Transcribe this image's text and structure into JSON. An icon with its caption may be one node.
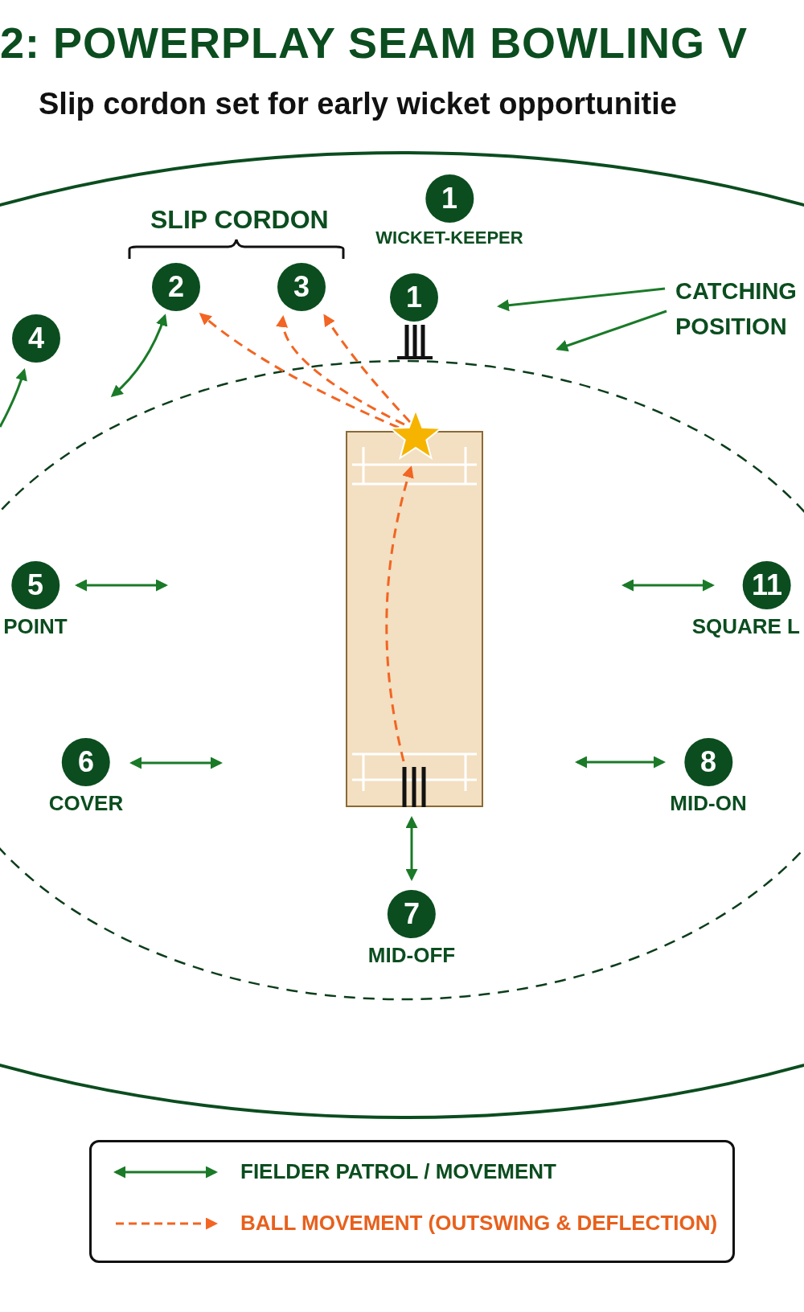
{
  "diagram": {
    "title": "2: POWERPLAY SEAM BOWLING V",
    "nodes": [
      {
        "text": [
          "1"
        ],
        "beside": [
          "WICKET-KEEPER"
        ]
      },
      {
        "text": [
          "2"
        ]
      },
      {
        "text": [
          "3"
        ]
      },
      {
        "text": [
          "1"
        ]
      },
      {
        "text": [
          "4"
        ]
      },
      {
        "text": [
          "5"
        ],
        "beside": [
          "POINT"
        ]
      },
      {
        "text": [
          "11"
        ],
        "beside": [
          "SQUARE L"
        ]
      },
      {
        "text": [
          "6"
        ],
        "beside": [
          "COVER"
        ]
      },
      {
        "text": [
          "8"
        ],
        "beside": [
          "MID-ON"
        ]
      },
      {
        "text": [],
        "shape": "box"
      },
      {
        "text": [],
        "shape": "star"
      },
      {
        "text": [
          "7"
        ],
        "beside": [
          "MID-OFF"
        ]
      },
      {
        "text": [
          "CATCHING POSITION"
        ]
      }
    ],
    "edges": [
      {
        "from": 12,
        "to": null,
        "arrow": "to"
      },
      {
        "from": 12,
        "to": null,
        "arrow": "to"
      },
      {
        "from": null,
        "to": 1,
        "arrow": "both"
      },
      {
        "from": null,
        "to": 4,
        "arrow": "to"
      },
      {
        "from": 5,
        "to": null,
        "arrow": "both"
      },
      {
        "from": 6,
        "to": null,
        "arrow": "both"
      },
      {
        "from": 7,
        "to": null,
        "arrow": "both"
      },
      {
        "from": 8,
        "to": null,
        "arrow": "both"
      },
      {
        "from": 11,
        "to": 9,
        "arrow": "both"
      },
      {
        "from": 9,
        "to": 10,
        "arrow": "to",
        "style": "dashed",
        "color": "#f26522"
      },
      {
        "from": 10,
        "to": 1,
        "arrow": "to",
        "style": "dashed",
        "color": "#f26522"
      },
      {
        "from": 10,
        "to": 2,
        "arrow": "to",
        "style": "dashed",
        "color": "#f26522"
      },
      {
        "from": 10,
        "to": 2,
        "arrow": "to",
        "style": "dashed",
        "color": "#f26522"
      }
    ],
    "labels": [
      "Slip cordon set for early wicket opportunitie",
      "SLIP CORDON"
    ],
    "legend": [
      {
        "text": "FIELDER PATROL / MOVEMENT"
      },
      {
        "text": "BALL MOVEMENT (OUTSWING & DEFLECTION)"
      }
    ]
  }
}
